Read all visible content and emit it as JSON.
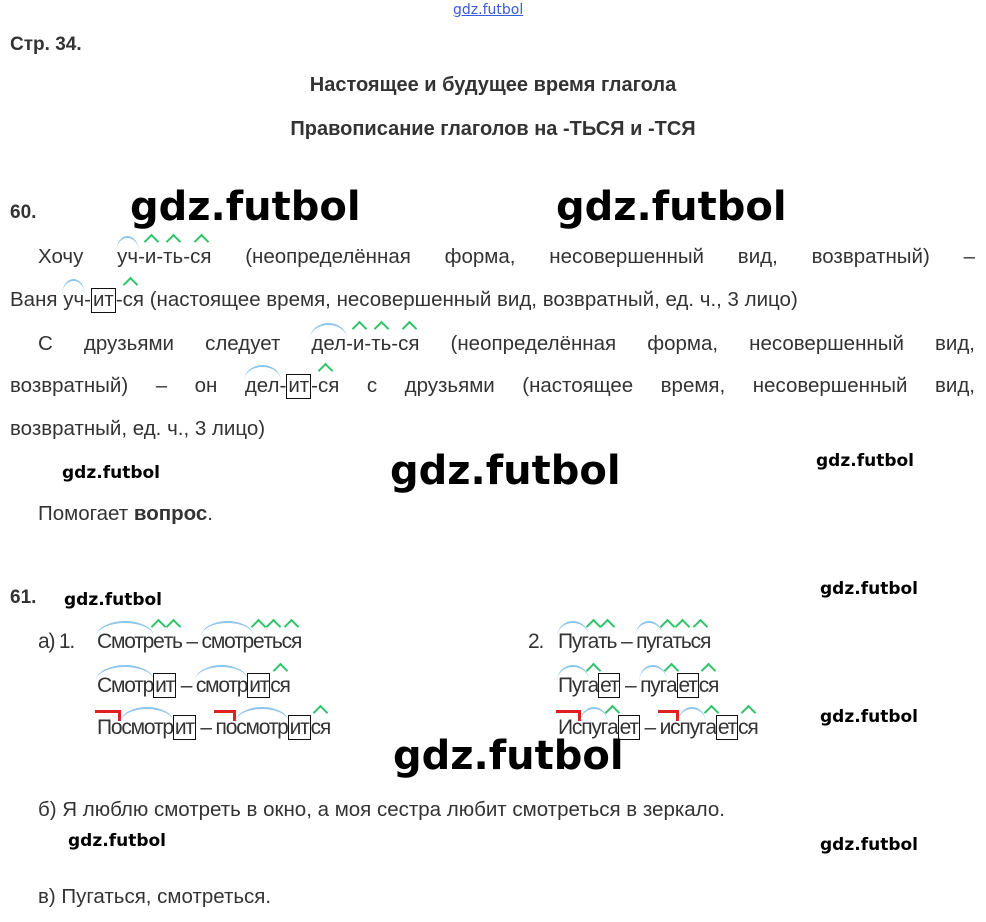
{
  "watermark_top": "gdz.futbol",
  "watermark": "gdz.futbol",
  "page_label": "Стр. 34.",
  "titles": [
    "Настоящее и будущее время глагола",
    "Правописание глаголов на -ТЬСЯ и -ТСЯ"
  ],
  "ex60": {
    "number": "60.",
    "l1": [
      "Хочу ",
      "уч",
      "-",
      "и",
      "-",
      "ть",
      "-",
      "ся",
      " (неопределённая форма, несовершенный вид, возвратный) –"
    ],
    "l2": [
      "Ваня ",
      "уч",
      "-",
      "ит",
      "-ся",
      " (настоящее время, несовершенный вид, возвратный, ед. ч., 3 лицо)"
    ],
    "l3": [
      "С друзьями следует ",
      "дел",
      "-",
      "и",
      "-",
      "ть",
      "-",
      "ся",
      " (неопределённая форма, несовершенный вид,"
    ],
    "l4": [
      "возвратный) – он ",
      "дел",
      "-",
      "ит",
      "-ся",
      " с друзьями (настоящее время, несовершенный вид,"
    ],
    "l5": "возвратный, ед. ч., 3 лицо)",
    "hint_prefix": "Помогает ",
    "hint_bold": "вопрос",
    "hint_end": "."
  },
  "ex61": {
    "number": "61.",
    "a_label": "а) 1.",
    "col1": {
      "r1": [
        "Смотр",
        "е",
        "ть",
        " – ",
        "смотр",
        "е",
        "ть",
        "ся"
      ],
      "r2": [
        "Смотр",
        "ит",
        " – ",
        "смотр",
        "ит",
        "ся"
      ],
      "r3": [
        "По",
        "смотр",
        "ит",
        " – ",
        "по",
        "смотр",
        "ит",
        "ся"
      ]
    },
    "b_label": "2.",
    "col2": {
      "r1": [
        "Пуг",
        "а",
        "ть",
        " – ",
        "пуг",
        "а",
        "ть",
        "ся"
      ],
      "r2": [
        "Пуг",
        "а",
        "ет",
        " – ",
        "пуг",
        "а",
        "ет",
        "ся"
      ],
      "r3": [
        "Ис",
        "пуг",
        "а",
        "ет",
        " – ",
        "ис",
        "пуг",
        "а",
        "ет",
        "ся"
      ]
    },
    "b": "б) Я люблю смотреть в окно, а моя сестра любит смотреться в зеркало.",
    "c": "в) Пугаться, смотреться."
  }
}
